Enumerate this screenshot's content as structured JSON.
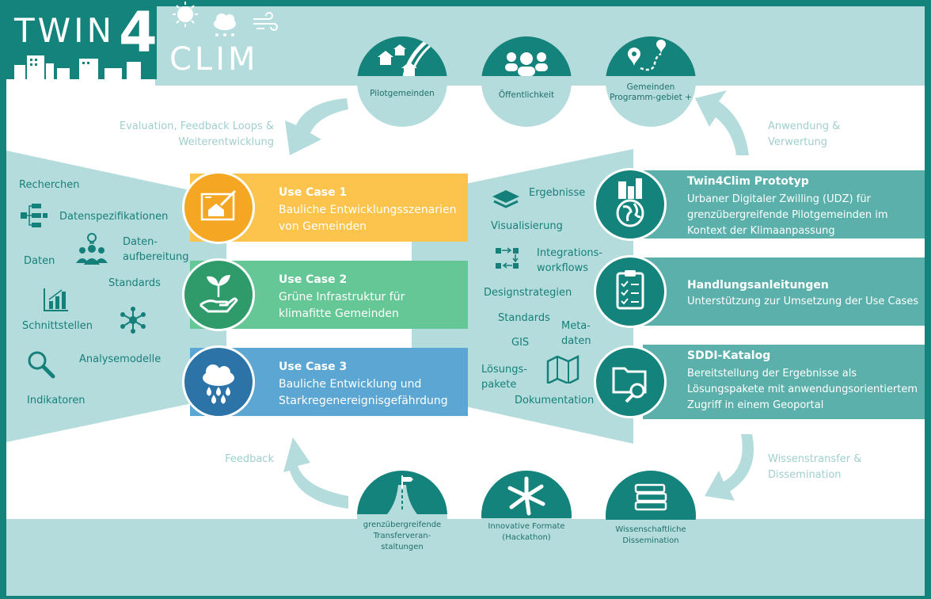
{
  "logo": {
    "line1": "TWIN",
    "digit": "4",
    "line2": "CLIM"
  },
  "top_circles": [
    {
      "label": "Pilotgemeinden"
    },
    {
      "label": "Öffentlichkeit"
    },
    {
      "label": "Gemeinden Programm-gebiet +"
    }
  ],
  "bottom_circles": [
    {
      "label": "grenzübergreifende Transferveran-staltungen"
    },
    {
      "label": "Innovative Formate (Hackathon)"
    },
    {
      "label": "Wissenschaftliche Dissemination"
    }
  ],
  "arrows": {
    "top_left": "Evaluation, Feedback Loops & Weiterentwicklung",
    "top_right": "Anwendung & Verwertung",
    "bottom_left": "Feedback",
    "bottom_right": "Wissenstransfer & Dissemination"
  },
  "left_items": {
    "recherchen": "Recherchen",
    "datenspezifikationen": "Datenspezifikationen",
    "datenaufbereitung": "Daten-aufbereitung",
    "daten": "Daten",
    "standards": "Standards",
    "schnittstellen": "Schnittstellen",
    "analysemodelle": "Analysemodelle",
    "indikatoren": "Indikatoren"
  },
  "use_cases": [
    {
      "title": "Use Case 1",
      "desc": "Bauliche Entwicklungsszenarien von Gemeinden"
    },
    {
      "title": "Use Case 2",
      "desc": "Grüne Infrastruktur für klimafitte Gemeinden"
    },
    {
      "title": "Use Case 3",
      "desc": "Bauliche Entwicklung und Starkregenereignisgefährdung"
    }
  ],
  "mid_items": {
    "ergebnisse": "Ergebnisse",
    "visualisierung": "Visualisierung",
    "integrationsworkflows": "Integrations-workflows",
    "designstrategien": "Designstrategien",
    "standards": "Standards",
    "metadaten": "Meta-daten",
    "gis": "GIS",
    "loesungspakete": "Lösungs-pakete",
    "dokumentation": "Dokumentation"
  },
  "right_boxes": [
    {
      "title": "Twin4Clim Prototyp",
      "desc": "Urbaner Digitaler Zwilling (UDZ) für grenzübergreifende Pilotgemeinden im Kontext der Klimaanpassung"
    },
    {
      "title": "Handlungsanleitungen",
      "desc": "Unterstützung zur Umsetzung der Use Cases"
    },
    {
      "title": "SDDI-Katalog",
      "desc": "Bereitstellung der Ergebnisse als Lösungspakete mit anwendungsorientiertem Zugriff in einem Geoportal"
    }
  ],
  "colors": {
    "teal": "#13837c",
    "light_teal": "#b5dcdc",
    "uc1": "#fcc44c",
    "uc2": "#65c796",
    "uc3": "#5ba6d2"
  }
}
